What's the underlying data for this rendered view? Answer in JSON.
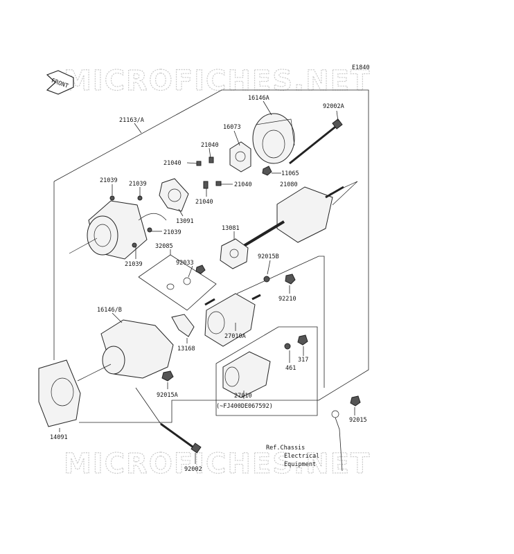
{
  "diagram_code": "E1840",
  "watermark": "MICROFICHES.NET",
  "front_label": "FRONT",
  "reference_lines": [
    "Ref.Chassis",
    "Electrical",
    "Equipment"
  ],
  "parts": {
    "p21163A": "21163/A",
    "p16146A": "16146A",
    "p92002A": "92002A",
    "p16073": "16073",
    "p21040a": "21040",
    "p21040b": "21040",
    "p21040c": "21040",
    "p21040d": "21040",
    "p11065": "11065",
    "p21080": "21080",
    "p21039a": "21039",
    "p21039b": "21039",
    "p21039c": "21039",
    "p21039d": "21039",
    "p13091": "13091",
    "p13081": "13081",
    "p32085": "32085",
    "p92033": "92033",
    "p92015B": "92015B",
    "p92210": "92210",
    "p16146B": "16146/B",
    "p27010A": "27010A",
    "p13168": "13168",
    "p461": "461",
    "p317": "317",
    "p27010": "27010",
    "pFJ": "(~FJ400DE067592)",
    "p92015A": "92015A",
    "p92015": "92015",
    "p14091": "14091",
    "p92002": "92002"
  }
}
